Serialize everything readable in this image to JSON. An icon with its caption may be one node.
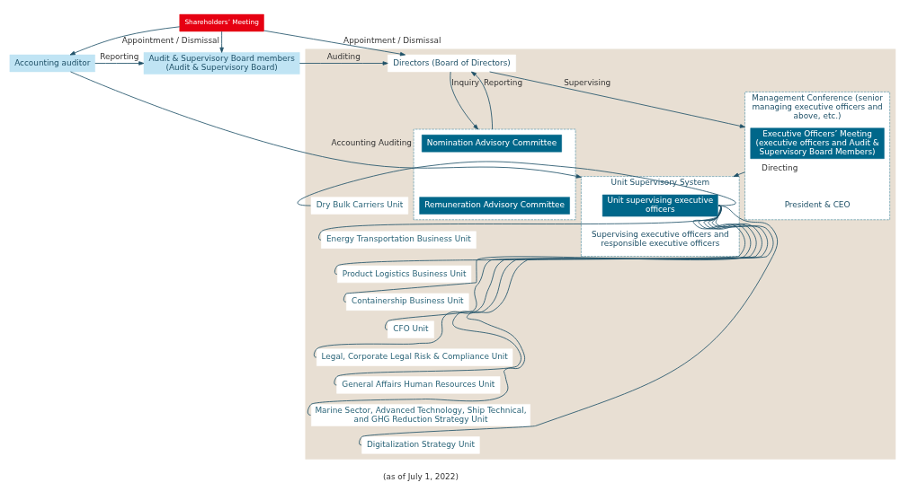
{
  "diagram": {
    "nodes": [
      {
        "text": [
          "Shareholders’ Meeting"
        ]
      },
      {
        "text": [
          "Accounting auditor"
        ]
      },
      {
        "text": [
          "Audit & Supervisory Board members (Audit & Supervisory Board)"
        ]
      },
      {
        "text": [],
        "shape": "box"
      },
      {
        "text": [
          "Directors (Board of Directors)"
        ],
        "in": 3
      },
      {
        "text": [],
        "shape": "box",
        "in": 3
      },
      {
        "text": [
          "Nomination Advisory Committee"
        ],
        "in": 5
      },
      {
        "text": [
          "Remuneration Advisory Committee"
        ],
        "in": 5
      },
      {
        "text": [
          "Management Conference (senior managing executive officers and above, etc.)",
          "President & CEO"
        ],
        "in": 3
      },
      {
        "text": [
          "Executive Officers’ Meeting (executive officers and Audit & Supervisory Board Members)"
        ],
        "in": 8
      },
      {
        "text": [
          "Unit Supervisory System",
          "Supervising executive officers and responsible executive officers"
        ],
        "in": 3
      },
      {
        "text": [
          "Unit supervising executive officers"
        ],
        "in": 10
      },
      {
        "text": [
          "Dry Bulk Carriers Unit"
        ],
        "in": 3
      },
      {
        "text": [
          "Energy Transportation Business Unit"
        ],
        "in": 3
      },
      {
        "text": [
          "Product Logistics Business Unit"
        ],
        "in": 3
      },
      {
        "text": [
          "Containership Business Unit"
        ],
        "in": 3
      },
      {
        "text": [
          "CFO Unit"
        ],
        "in": 3
      },
      {
        "text": [
          "Legal, Corporate Legal Risk & Compliance Unit"
        ],
        "in": 3
      },
      {
        "text": [
          "General Affairs Human Resources Unit"
        ],
        "in": 3
      },
      {
        "text": [
          "Marine Sector, Advanced Technology, Ship Technical, and GHG Reduction Strategy Unit"
        ],
        "in": 3
      },
      {
        "text": [
          "Digitalization Strategy Unit"
        ],
        "in": 3
      }
    ],
    "edges": [
      {
        "from": 0,
        "to": 1,
        "arrow": "to",
        "label": "Appointment / Dismissal"
      },
      {
        "from": 0,
        "to": 2,
        "arrow": "to"
      },
      {
        "from": 0,
        "to": 4,
        "arrow": "to",
        "label": "Appointment / Dismissal"
      },
      {
        "from": 1,
        "to": 2,
        "arrow": "to",
        "label": "Reporting"
      },
      {
        "from": 2,
        "to": 4,
        "arrow": "to",
        "label": "Auditing"
      },
      {
        "from": 4,
        "to": 5,
        "arrow": "to",
        "label": "Inquiry"
      },
      {
        "from": 5,
        "to": 4,
        "arrow": "to",
        "label": "Reporting"
      },
      {
        "from": 4,
        "to": 8,
        "arrow": "to",
        "label": "Supervising"
      },
      {
        "from": 8,
        "to": 10,
        "arrow": "to",
        "label": "Directing"
      },
      {
        "from": 1,
        "to": 10,
        "arrow": "to",
        "label": "Accounting Auditing"
      },
      {
        "from": 11,
        "to": 12,
        "arrow": "none"
      },
      {
        "from": 11,
        "to": 13,
        "arrow": "none"
      },
      {
        "from": 11,
        "to": 14,
        "arrow": "none"
      },
      {
        "from": 11,
        "to": 15,
        "arrow": "none"
      },
      {
        "from": 11,
        "to": 16,
        "arrow": "none"
      },
      {
        "from": 11,
        "to": 17,
        "arrow": "none"
      },
      {
        "from": 11,
        "to": 18,
        "arrow": "none"
      },
      {
        "from": 11,
        "to": 19,
        "arrow": "none"
      },
      {
        "from": 11,
        "to": 20,
        "arrow": "none"
      }
    ],
    "labels": [
      "(as of July 1, 2022)"
    ]
  }
}
